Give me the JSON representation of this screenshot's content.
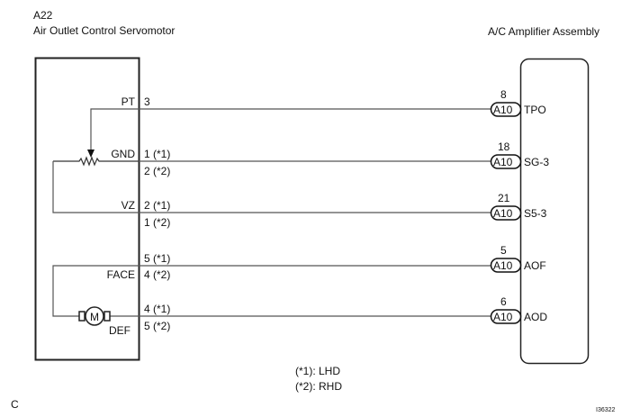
{
  "header": {
    "left_code": "A22",
    "left_name": "Air Outlet Control Servomotor",
    "right_name": "A/C Amplifier Assembly"
  },
  "servomotor": {
    "terminals": [
      {
        "signal": "PT",
        "pins": [
          "3"
        ]
      },
      {
        "signal": "GND",
        "pins": [
          "1 (*1)",
          "2 (*2)"
        ]
      },
      {
        "signal": "VZ",
        "pins": [
          "2 (*1)",
          "1 (*2)"
        ]
      },
      {
        "signal": "FACE",
        "pins": [
          "5 (*1)",
          "4 (*2)"
        ]
      },
      {
        "signal": "DEF",
        "pins": [
          "4 (*1)",
          "5 (*2)"
        ]
      }
    ],
    "motor_label": "M"
  },
  "amplifier": {
    "terminals": [
      {
        "pin": "8",
        "connector": "A10",
        "signal": "TPO"
      },
      {
        "pin": "18",
        "connector": "A10",
        "signal": "SG-3"
      },
      {
        "pin": "21",
        "connector": "A10",
        "signal": "S5-3"
      },
      {
        "pin": "5",
        "connector": "A10",
        "signal": "AOF"
      },
      {
        "pin": "6",
        "connector": "A10",
        "signal": "AOD"
      }
    ]
  },
  "notes": {
    "note1": "(*1): LHD",
    "note2": "(*2): RHD"
  },
  "footer": {
    "corner_left": "C",
    "corner_right": "I36322"
  },
  "colors": {
    "line": "#111111",
    "wire": "#555555"
  }
}
